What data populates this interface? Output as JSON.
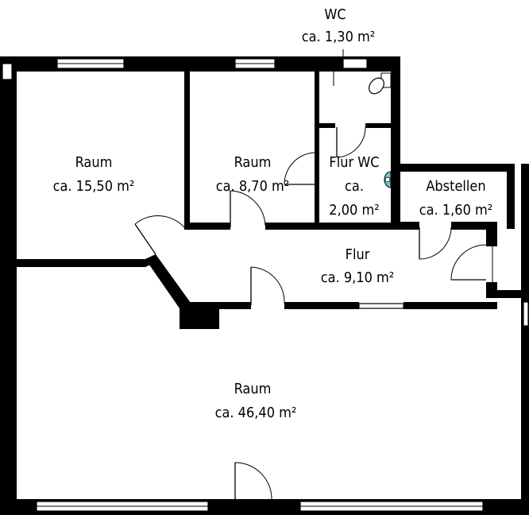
{
  "rooms": {
    "wc": {
      "name": "WC",
      "area": "ca. 1,30 m²"
    },
    "raum1": {
      "name": "Raum",
      "area": "ca. 15,50 m²"
    },
    "raum2": {
      "name": "Raum",
      "area": "ca. 8,70 m²"
    },
    "flurwc": {
      "name": "Flur WC",
      "area_line1": "ca.",
      "area_line2": "2,00 m²"
    },
    "abst": {
      "name": "Abstellen",
      "area": "ca. 1,60 m²"
    },
    "flur": {
      "name": "Flur",
      "area": "ca. 9,10 m²"
    },
    "raum3": {
      "name": "Raum",
      "area": "ca. 46,40 m²"
    }
  },
  "colors": {
    "wall": "#000000",
    "background": "#ffffff",
    "sink": "#6ec6d8"
  }
}
